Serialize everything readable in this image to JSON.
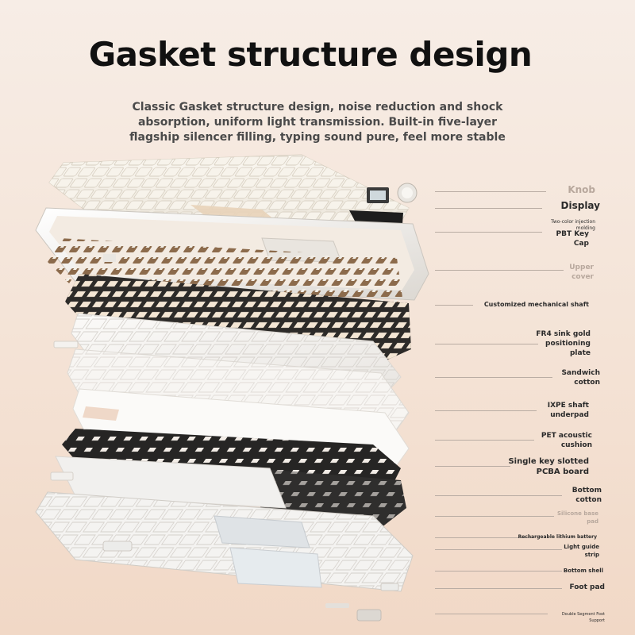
{
  "title": "Gasket structure design",
  "subtitle": [
    "Classic Gasket structure design, noise reduction and shock",
    "absorption, uniform light transmission. Built-in five-layer",
    "flagship silencer filling, typing sound pure, feel more stable"
  ],
  "labels": {
    "knob": [
      "Knob"
    ],
    "display": [
      "Display"
    ],
    "two_color": [
      "Two-color injection",
      "molding"
    ],
    "pbt_keycap": [
      "PBT Key",
      "Cap"
    ],
    "upper_cover": [
      "Upper",
      "cover"
    ],
    "shaft": [
      "Customized mechanical shaft"
    ],
    "fr4_plate": [
      "FR4 sink gold",
      "positioning",
      "plate"
    ],
    "sandwich": [
      "Sandwich",
      "cotton"
    ],
    "ixpe": [
      "IXPE shaft",
      "underpad"
    ],
    "pet": [
      "PET acoustic",
      "cushion"
    ],
    "pcba": [
      "Single key slotted",
      "PCBA board"
    ],
    "bottom_cotton": [
      "Bottom",
      "cotton"
    ],
    "silicone": [
      "Silicone base",
      "pad"
    ],
    "battery": [
      "Rechargeable lithium battery"
    ],
    "light_guide": [
      "Light guide",
      "strip"
    ],
    "bottom_shell": [
      "Bottom shell"
    ],
    "foot_pad": [
      "Foot pad"
    ],
    "foot_support": [
      "Double Segment Foot",
      "Support"
    ]
  },
  "colors": {
    "keycap": "#f3efe6",
    "keycap_accent": "#e2cbb0",
    "switch": "#8a6a4c",
    "plate_dark": "#2a2a2a",
    "foam": "#f4f2ef",
    "label_muted": "#b8a89d"
  }
}
